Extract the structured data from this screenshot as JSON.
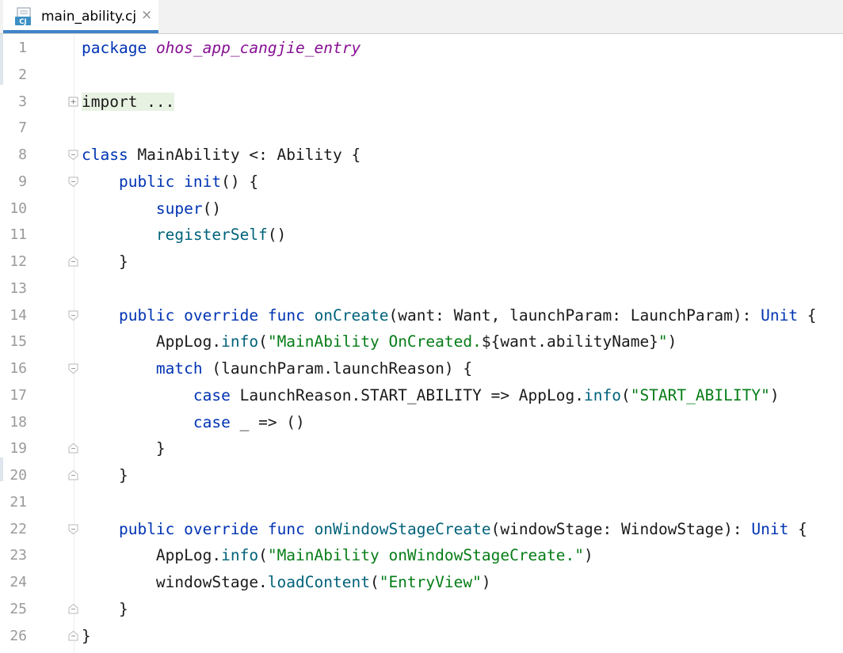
{
  "tab": {
    "label": "main_ability.cj",
    "icon_text": "CJ",
    "close_glyph": "×"
  },
  "lines": [
    {
      "n": "1",
      "tokens": [
        {
          "t": "package",
          "c": "kw"
        },
        {
          "t": " ",
          "c": ""
        },
        {
          "t": "ohos_app_cangjie_entry",
          "c": "pk"
        }
      ]
    },
    {
      "n": "2",
      "tokens": []
    },
    {
      "n": "3",
      "fold": "plus",
      "tokens": [
        {
          "t": "import ...",
          "c": "folded"
        }
      ]
    },
    {
      "n": "7",
      "tokens": []
    },
    {
      "n": "8",
      "fold": "open",
      "tokens": [
        {
          "t": "class",
          "c": "kw"
        },
        {
          "t": " MainAbility <: Ability {",
          "c": ""
        }
      ]
    },
    {
      "n": "9",
      "fold": "open",
      "tokens": [
        {
          "t": "    ",
          "c": ""
        },
        {
          "t": "public",
          "c": "kw"
        },
        {
          "t": " ",
          "c": ""
        },
        {
          "t": "init",
          "c": "kw"
        },
        {
          "t": "() {",
          "c": ""
        }
      ]
    },
    {
      "n": "10",
      "tokens": [
        {
          "t": "        ",
          "c": ""
        },
        {
          "t": "super",
          "c": "kw"
        },
        {
          "t": "()",
          "c": ""
        }
      ]
    },
    {
      "n": "11",
      "tokens": [
        {
          "t": "        ",
          "c": ""
        },
        {
          "t": "registerSelf",
          "c": "fn"
        },
        {
          "t": "()",
          "c": ""
        }
      ]
    },
    {
      "n": "12",
      "fold": "close",
      "tokens": [
        {
          "t": "    }",
          "c": ""
        }
      ]
    },
    {
      "n": "13",
      "tokens": []
    },
    {
      "n": "14",
      "fold": "open",
      "tokens": [
        {
          "t": "    ",
          "c": ""
        },
        {
          "t": "public",
          "c": "kw"
        },
        {
          "t": " ",
          "c": ""
        },
        {
          "t": "override",
          "c": "kw"
        },
        {
          "t": " ",
          "c": ""
        },
        {
          "t": "func",
          "c": "kw"
        },
        {
          "t": " ",
          "c": ""
        },
        {
          "t": "onCreate",
          "c": "fn"
        },
        {
          "t": "(want: Want, launchParam: LaunchParam): ",
          "c": ""
        },
        {
          "t": "Unit",
          "c": "kw"
        },
        {
          "t": " {",
          "c": ""
        }
      ]
    },
    {
      "n": "15",
      "tokens": [
        {
          "t": "        AppLog.",
          "c": ""
        },
        {
          "t": "info",
          "c": "fn"
        },
        {
          "t": "(",
          "c": ""
        },
        {
          "t": "\"MainAbility OnCreated.",
          "c": "str"
        },
        {
          "t": "${want.abilityName}",
          "c": ""
        },
        {
          "t": "\"",
          "c": "str"
        },
        {
          "t": ")",
          "c": ""
        }
      ]
    },
    {
      "n": "16",
      "fold": "open",
      "tokens": [
        {
          "t": "        ",
          "c": ""
        },
        {
          "t": "match",
          "c": "kw"
        },
        {
          "t": " (launchParam.launchReason) {",
          "c": ""
        }
      ]
    },
    {
      "n": "17",
      "tokens": [
        {
          "t": "            ",
          "c": ""
        },
        {
          "t": "case",
          "c": "kw"
        },
        {
          "t": " LaunchReason.START_ABILITY => AppLog.",
          "c": ""
        },
        {
          "t": "info",
          "c": "fn"
        },
        {
          "t": "(",
          "c": ""
        },
        {
          "t": "\"START_ABILITY\"",
          "c": "str"
        },
        {
          "t": ")",
          "c": ""
        }
      ]
    },
    {
      "n": "18",
      "tokens": [
        {
          "t": "            ",
          "c": ""
        },
        {
          "t": "case",
          "c": "kw"
        },
        {
          "t": " _ => ()",
          "c": ""
        }
      ]
    },
    {
      "n": "19",
      "fold": "close",
      "tokens": [
        {
          "t": "        }",
          "c": ""
        }
      ]
    },
    {
      "n": "20",
      "fold": "close",
      "tokens": [
        {
          "t": "    }",
          "c": ""
        }
      ]
    },
    {
      "n": "21",
      "tokens": []
    },
    {
      "n": "22",
      "fold": "open",
      "tokens": [
        {
          "t": "    ",
          "c": ""
        },
        {
          "t": "public",
          "c": "kw"
        },
        {
          "t": " ",
          "c": ""
        },
        {
          "t": "override",
          "c": "kw"
        },
        {
          "t": " ",
          "c": ""
        },
        {
          "t": "func",
          "c": "kw"
        },
        {
          "t": " ",
          "c": ""
        },
        {
          "t": "onWindowStageCreate",
          "c": "fn"
        },
        {
          "t": "(windowStage: WindowStage): ",
          "c": ""
        },
        {
          "t": "Unit",
          "c": "kw"
        },
        {
          "t": " {",
          "c": ""
        }
      ]
    },
    {
      "n": "23",
      "tokens": [
        {
          "t": "        AppLog.",
          "c": ""
        },
        {
          "t": "info",
          "c": "fn"
        },
        {
          "t": "(",
          "c": ""
        },
        {
          "t": "\"MainAbility onWindowStageCreate.\"",
          "c": "str"
        },
        {
          "t": ")",
          "c": ""
        }
      ]
    },
    {
      "n": "24",
      "tokens": [
        {
          "t": "        windowStage.",
          "c": ""
        },
        {
          "t": "loadContent",
          "c": "fn"
        },
        {
          "t": "(",
          "c": ""
        },
        {
          "t": "\"EntryView\"",
          "c": "str"
        },
        {
          "t": ")",
          "c": ""
        }
      ]
    },
    {
      "n": "25",
      "fold": "close",
      "tokens": [
        {
          "t": "    }",
          "c": ""
        }
      ]
    },
    {
      "n": "26",
      "fold": "close",
      "tokens": [
        {
          "t": "}",
          "c": ""
        }
      ]
    }
  ]
}
